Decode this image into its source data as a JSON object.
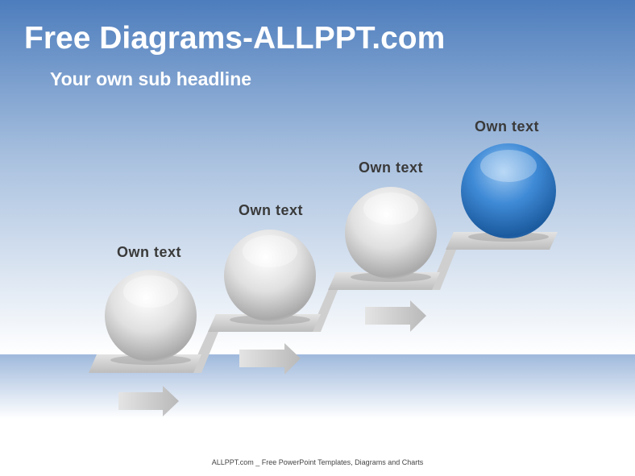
{
  "title": "Free Diagrams-ALLPPT.com",
  "subtitle": "Your own sub headline",
  "steps": [
    {
      "label": "Own text",
      "sphere_color": "#d8d8d8"
    },
    {
      "label": "Own text",
      "sphere_color": "#d8d8d8"
    },
    {
      "label": "Own text",
      "sphere_color": "#d8d8d8"
    },
    {
      "label": "Own text",
      "sphere_color": "#2f78c4"
    }
  ],
  "footer": "ALLPPT.com _ Free PowerPoint Templates, Diagrams and Charts"
}
